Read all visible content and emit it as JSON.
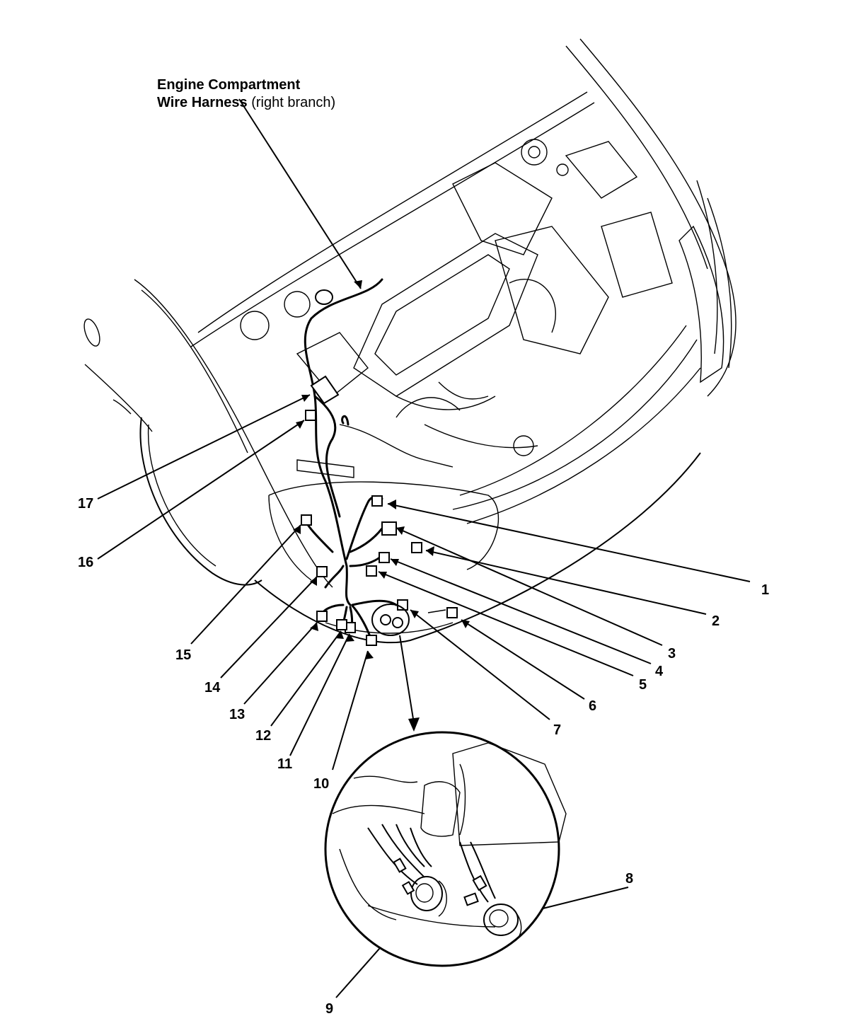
{
  "title": {
    "line1_bold": "Engine Compartment",
    "line2_bold": "Wire Harness",
    "line2_regular": " (right branch)"
  },
  "callouts": [
    "1",
    "2",
    "3",
    "4",
    "5",
    "6",
    "7",
    "8",
    "9",
    "10",
    "11",
    "12",
    "13",
    "14",
    "15",
    "16",
    "17"
  ]
}
